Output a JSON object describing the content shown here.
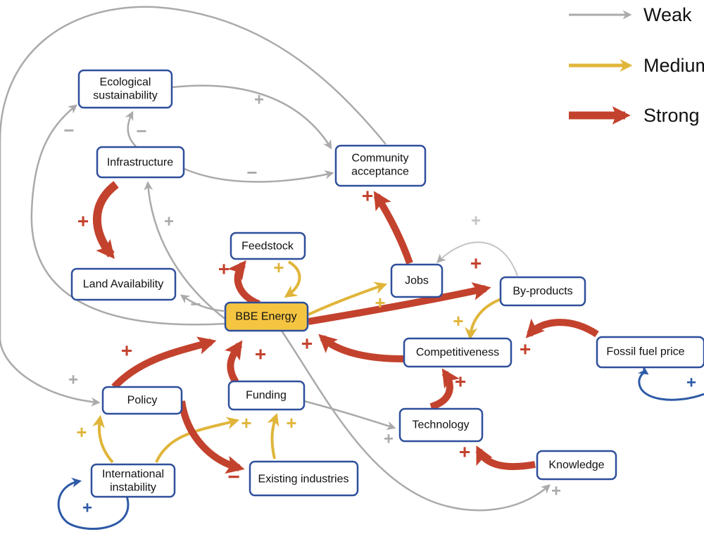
{
  "colors": {
    "weak": "#aaaaaa",
    "medium": "#e0b53a",
    "strong": "#c3422d",
    "feedback": "#2e5aa6",
    "node_border": "#2e4f9b",
    "center_fill": "#f5c542"
  },
  "legend": {
    "weak": "Weak",
    "medium": "Medium",
    "strong": "Strong"
  },
  "nodes": {
    "ecological": {
      "line1": "Ecological",
      "line2": "sustainability"
    },
    "infrastructure": {
      "label": "Infrastructure"
    },
    "community": {
      "line1": "Community",
      "line2": "acceptance"
    },
    "land": {
      "label": "Land Availability"
    },
    "feedstock": {
      "label": "Feedstock"
    },
    "bbe": {
      "label": "BBE Energy"
    },
    "jobs": {
      "label": "Jobs"
    },
    "byproducts": {
      "label": "By-products"
    },
    "competitiveness": {
      "label": "Competitiveness"
    },
    "fossil": {
      "label": "Fossil fuel price"
    },
    "policy": {
      "label": "Policy"
    },
    "funding": {
      "label": "Funding"
    },
    "technology": {
      "label": "Technology"
    },
    "knowledge": {
      "label": "Knowledge"
    },
    "international": {
      "line1": "International",
      "line2": "instability"
    },
    "existing": {
      "label": "Existing industries"
    }
  },
  "links": [
    {
      "from": "Infrastructure",
      "to": "Ecological sustainability",
      "strength": "weak",
      "sign": "−"
    },
    {
      "from": "Ecological sustainability",
      "to": "Community acceptance",
      "strength": "weak",
      "sign": "+"
    },
    {
      "from": "Infrastructure",
      "to": "Community acceptance",
      "strength": "weak",
      "sign": "−"
    },
    {
      "from": "BBE Energy",
      "to": "Ecological sustainability",
      "strength": "weak",
      "sign": "−"
    },
    {
      "from": "Community acceptance",
      "to": "Policy",
      "strength": "weak",
      "sign": "+"
    },
    {
      "from": "Infrastructure",
      "to": "Land Availability",
      "strength": "strong",
      "sign": "+"
    },
    {
      "from": "BBE Energy",
      "to": "Infrastructure",
      "strength": "weak",
      "sign": "+"
    },
    {
      "from": "BBE Energy",
      "to": "Land Availability",
      "strength": "weak",
      "sign": "−"
    },
    {
      "from": "BBE Energy",
      "to": "Feedstock",
      "strength": "strong",
      "sign": "+"
    },
    {
      "from": "Feedstock",
      "to": "BBE Energy",
      "strength": "medium",
      "sign": "+"
    },
    {
      "from": "Jobs",
      "to": "Community acceptance",
      "strength": "strong",
      "sign": "+"
    },
    {
      "from": "BBE Energy",
      "to": "Jobs",
      "strength": "medium",
      "sign": "+"
    },
    {
      "from": "By-products",
      "to": "Jobs",
      "strength": "weak",
      "sign": "+"
    },
    {
      "from": "BBE Energy",
      "to": "By-products",
      "strength": "strong",
      "sign": "+"
    },
    {
      "from": "By-products",
      "to": "Competitiveness",
      "strength": "medium",
      "sign": "+"
    },
    {
      "from": "Competitiveness",
      "to": "BBE Energy",
      "strength": "strong",
      "sign": "+"
    },
    {
      "from": "Fossil fuel price",
      "to": "Competitiveness",
      "strength": "strong",
      "sign": "+"
    },
    {
      "from": "Fossil fuel price",
      "to": "Fossil fuel price",
      "strength": "feedback",
      "sign": "+"
    },
    {
      "from": "Technology",
      "to": "Competitiveness",
      "strength": "strong",
      "sign": "+"
    },
    {
      "from": "Knowledge",
      "to": "Technology",
      "strength": "strong",
      "sign": "+"
    },
    {
      "from": "Policy",
      "to": "BBE Energy",
      "strength": "strong",
      "sign": "+"
    },
    {
      "from": "Funding",
      "to": "BBE Energy",
      "strength": "strong",
      "sign": "+"
    },
    {
      "from": "Funding",
      "to": "Technology",
      "strength": "weak",
      "sign": "+"
    },
    {
      "from": "BBE Energy",
      "to": "Knowledge",
      "strength": "weak",
      "sign": "+"
    },
    {
      "from": "International instability",
      "to": "Policy",
      "strength": "medium",
      "sign": "+"
    },
    {
      "from": "International instability",
      "to": "Funding",
      "strength": "medium",
      "sign": "+"
    },
    {
      "from": "Existing industries",
      "to": "Funding",
      "strength": "medium",
      "sign": "+"
    },
    {
      "from": "Policy",
      "to": "Existing industries",
      "strength": "strong",
      "sign": "−"
    },
    {
      "from": "International instability",
      "to": "International instability",
      "strength": "feedback",
      "sign": "+"
    }
  ]
}
